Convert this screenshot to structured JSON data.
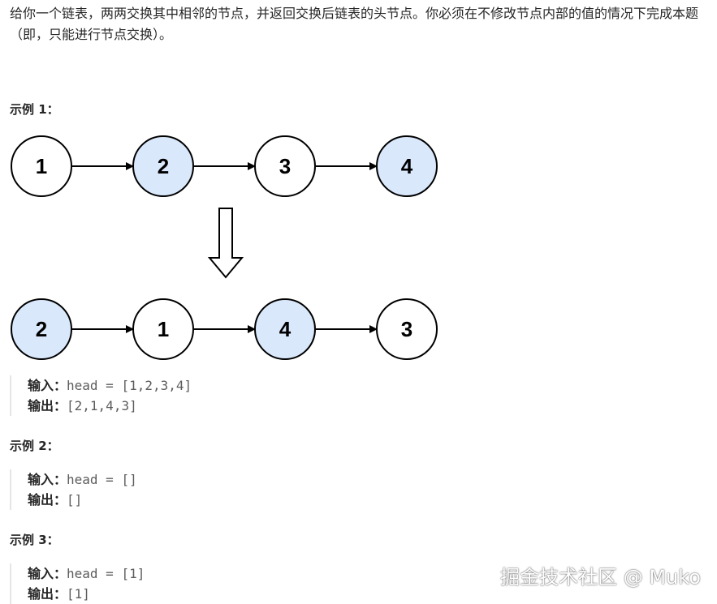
{
  "problem": {
    "description": "给你一个链表，两两交换其中相邻的节点，并返回交换后链表的头节点。你必须在不修改节点内部的值的情况下完成本题（即，只能进行节点交换）。"
  },
  "example1": {
    "title": "示例 1：",
    "diagram": {
      "before": [
        "1",
        "2",
        "3",
        "4"
      ],
      "after": [
        "2",
        "1",
        "4",
        "3"
      ],
      "highlight_fill": "#dae8fc",
      "plain_fill": "#ffffff"
    },
    "input_label": "输入：",
    "input_value": "head = [1,2,3,4]",
    "output_label": "输出：",
    "output_value": "[2,1,4,3]"
  },
  "example2": {
    "title": "示例 2：",
    "input_label": "输入：",
    "input_value": "head = []",
    "output_label": "输出：",
    "output_value": "[]"
  },
  "example3": {
    "title": "示例 3：",
    "input_label": "输入：",
    "input_value": "head = [1]",
    "output_label": "输出：",
    "output_value": "[1]"
  },
  "watermark": "掘金技术社区 @ Muko"
}
